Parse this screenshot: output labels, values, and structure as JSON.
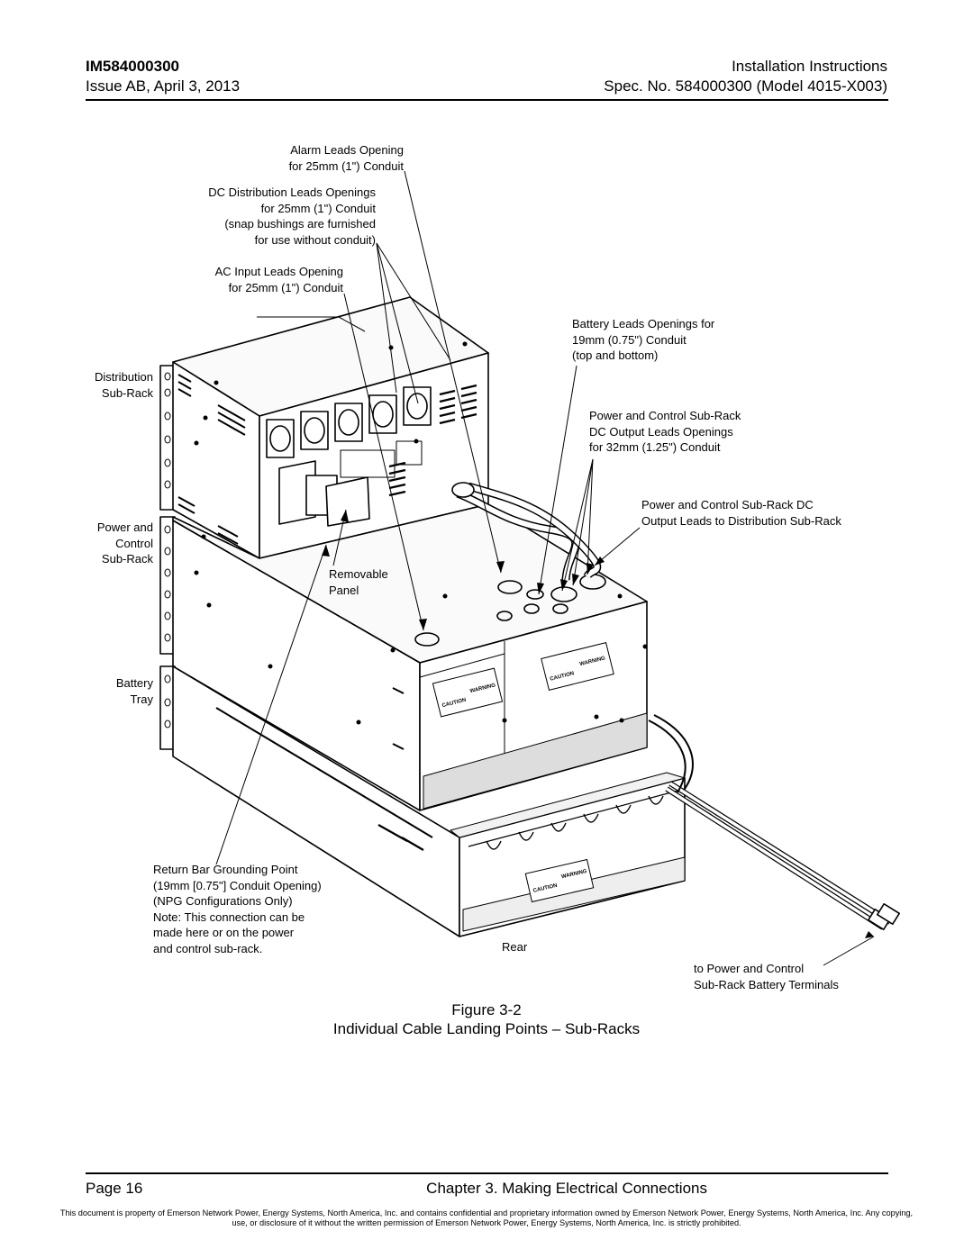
{
  "header": {
    "doc_id": "IM584000300",
    "issue": "Issue AB, April 3, 2013",
    "doc_type": "Installation Instructions",
    "spec": "Spec. No. 584000300 (Model 4015-X003)"
  },
  "figure": {
    "callouts": {
      "alarm_leads": [
        "Alarm Leads Opening",
        "for 25mm (1\") Conduit"
      ],
      "dc_distribution": [
        "DC Distribution Leads Openings",
        "for 25mm (1\") Conduit",
        "(snap bushings are furnished",
        "for use without conduit)"
      ],
      "ac_input": [
        "AC Input Leads Opening",
        "for 25mm (1\") Conduit"
      ],
      "battery_leads": [
        "Battery Leads Openings for",
        "19mm (0.75\") Conduit",
        "(top and bottom)"
      ],
      "pc_output": [
        "Power and Control Sub-Rack",
        "DC Output Leads Openings",
        "for 32mm (1.25\") Conduit"
      ],
      "pc_dc_output": [
        "Power and Control Sub-Rack DC",
        "Output Leads to Distribution Sub-Rack"
      ],
      "distribution_subrack": [
        "Distribution",
        "Sub-Rack"
      ],
      "power_control_subrack": [
        "Power and",
        "Control",
        "Sub-Rack"
      ],
      "battery_tray": [
        "Battery",
        "Tray"
      ],
      "removable_panel": [
        "Removable",
        "Panel"
      ],
      "return_bar": [
        "Return Bar Grounding Point",
        "(19mm [0.75\"] Conduit Opening)",
        "(NPG Configurations Only)",
        "Note: This connection can be",
        "made here or on the power",
        "and control sub-rack."
      ],
      "rear": "Rear",
      "battery_terminals": [
        "to Power and Control",
        "Sub-Rack Battery Terminals"
      ]
    },
    "label_text": {
      "caution": "CAUTION",
      "warning": "WARNING"
    },
    "caption_number": "Figure 3-2",
    "caption_title": "Individual Cable Landing Points – Sub-Racks"
  },
  "footer": {
    "page": "Page 16",
    "chapter": "Chapter 3. Making Electrical Connections",
    "notice": "This document is property of Emerson Network Power, Energy Systems, North America, Inc. and contains confidential and proprietary information owned by Emerson Network Power, Energy Systems, North America, Inc. Any copying, use, or disclosure of it without the written permission of Emerson Network Power, Energy Systems, North America, Inc. is strictly prohibited."
  }
}
